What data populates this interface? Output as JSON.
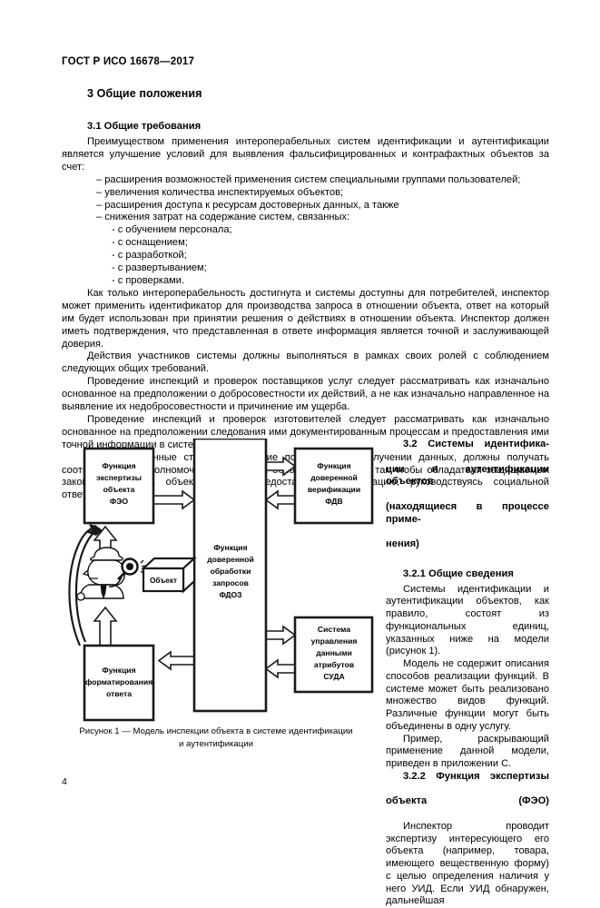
{
  "header": {
    "standard_id": "ГОСТ Р ИСО 16678—2017"
  },
  "clause3": {
    "number_title": "3  Общие положения",
    "sub31_title": "3.1  Общие требования",
    "para1": "Преимуществом применения интероперабельных систем идентификации и аутентификации явля­ется улучшение условий для выявления фальсифицированных и контрафактных объектов за счет:",
    "bullets": [
      "– расширения возможностей применения систем специальными группами пользователей;",
      "– увеличения количества инспектируемых объектов;",
      "– расширения доступа к ресурсам достоверных данных, а также",
      "– снижения затрат на содержание систем, связанных:"
    ],
    "subbullets": [
      "- с обучением персонала;",
      "- с оснащением;",
      "- с разработкой;",
      "- с развертыванием;",
      "- с проверками."
    ],
    "para2": "Как только интероперабельность достигнута и системы доступны для потребителей, инспектор может применить идентификатор для производства запроса в отношении объекта, ответ на который им будет использован при принятии решения о действиях в отношении объекта. Инспектор должен иметь подтверждения, что представленная в ответе информация является точной и заслуживающей доверия.",
    "para3": "Действия участников системы должны выполняться в рамках своих ролей с соблюдением следую­щих общих требований.",
    "para4": "Проведение инспекций и проверок поставщиков услуг следует рассматривать как изначально основанное на предположении о добросовестности их действий, а не как изначально направленное на выявление их недобросовестности и причинение им ущерба.",
    "para5": "Проведение инспекций и проверок изготовителей следует рассматривать как изначально основан­ное на предположении следования ими документированным процессам и предоставления ими точной информации в системы.",
    "para6": "Заинтересованные  стороны, имеющие потребность в получении данных, должны получать соот­ветствующие полномочия на подачу и обработку запросов, так чтобы обладатели защищаемых законом прав на объекты могли предоставлять информацию, руководствуясь социальной ответственностью."
  },
  "clause32": {
    "title_line1": "3.2  Системы идентифика-",
    "title_line2": "ции и аутентификации объектов",
    "title_line3": "(находящиеся в процессе приме-",
    "title_line4": "нения)",
    "sub321_title": "3.2.1  Общие сведения",
    "para1": "Системы идентификации и аутентификации объектов, как пра­вило, состоят из функциональных единиц, указанных ниже на модели (рисунок 1).",
    "para2": "Модель не содержит описа­ния способов реализации функций. В системе может быть реализовано множество видов функций. Различ­ные функции могут быть объедине­ны в одну услугу.",
    "para3": "Пример, раскрывающий при­менение данной модели, приведен в приложении С.",
    "sub322_title_line1": "3.2.2  Функция    экспертизы",
    "sub322_title_line2": "объекта (ФЭО)",
    "para4": "Инспектор проводит экспер­тизу интересующего его объекта (например,   товара,   имеющего вещественную  форму)  с  целью определения наличия у него УИД. Если УИД обнаружен, дальнейшая"
  },
  "figure": {
    "caption_line1": "Рисунок 1 — Модель инспекции объекта в системе идентификации",
    "caption_line2": "и аутентификации",
    "box_fao": [
      "Функция",
      "экспертизы",
      "объекта",
      "ФЭО"
    ],
    "box_center": [
      "Функция",
      "доверенной",
      "обработки",
      "запросов",
      "ФДОЗ"
    ],
    "box_fdv": [
      "Функция",
      "доверенной",
      "верификации",
      "ФДВ"
    ],
    "box_suda": [
      "Система",
      "управления",
      "данными",
      "атрибутов",
      "СУДА"
    ],
    "box_format": [
      "Функция",
      "форматирования",
      "ответа"
    ],
    "object_label": "Объект",
    "inspector_icon": "detective-inspector-icon"
  },
  "footer": {
    "page_number": "4"
  },
  "colors": {
    "text": "#000000",
    "background": "#ffffff",
    "box_border": "#1a1a1a",
    "box_fill": "#ffffff"
  }
}
